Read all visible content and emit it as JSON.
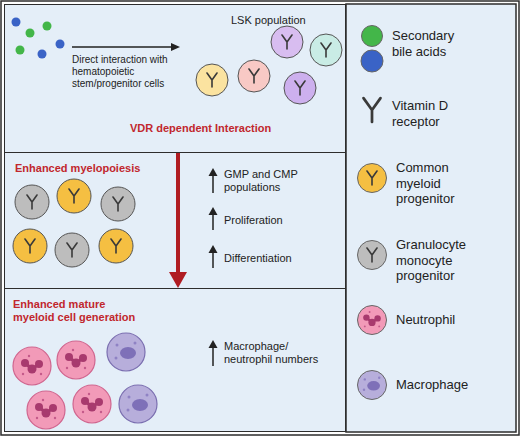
{
  "diagram": {
    "nodes": [
      {
        "text": [
          "LSK population"
        ]
      },
      {
        "text": [
          "Enhanced myelopoiesis"
        ]
      },
      {
        "text": [
          "Enhanced mature myeloid cell generation"
        ]
      }
    ],
    "edges": [
      {
        "from": 0,
        "to": 2,
        "arrow": "to",
        "label": "VDR dependent Interaction"
      }
    ],
    "labels": [
      "Direct interaction with hematopoietic stem/progenitor cells",
      "GMP and CMP populations",
      "Proliferation",
      "Differentiation",
      "Macrophage/ neutrophil numbers"
    ],
    "legend": [
      {
        "text": "Secondary bile acids",
        "color": "#43b649"
      },
      {
        "text": "Vitamin D receptor"
      },
      {
        "text": "Common myeloid progenitor",
        "color": "#f5bf42"
      },
      {
        "text": "Granulocyte monocyte progenitor",
        "color": "#bdbdbd"
      },
      {
        "text": "Neutrophil",
        "color": "#f29ab8"
      },
      {
        "text": "Macrophage",
        "color": "#b7aedb"
      }
    ]
  }
}
